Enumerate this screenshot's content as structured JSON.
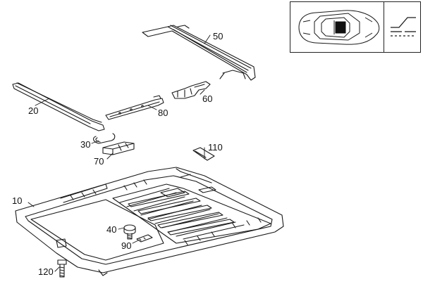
{
  "diagram": {
    "callouts": [
      {
        "id": "50",
        "text": "50"
      },
      {
        "id": "60",
        "text": "60"
      },
      {
        "id": "20",
        "text": "20"
      },
      {
        "id": "80",
        "text": "80"
      },
      {
        "id": "30",
        "text": "30"
      },
      {
        "id": "70",
        "text": "70"
      },
      {
        "id": "110",
        "text": "110"
      },
      {
        "id": "10",
        "text": "10"
      },
      {
        "id": "40",
        "text": "40"
      },
      {
        "id": "90",
        "text": "90"
      },
      {
        "id": "120",
        "text": "120"
      }
    ],
    "inset": {
      "car_icon": "car-top-view-icon",
      "symbol_icon": "sunroof-tilt-symbol-icon",
      "highlight_color": "#111111"
    },
    "line_color": "#1a1a1a"
  }
}
